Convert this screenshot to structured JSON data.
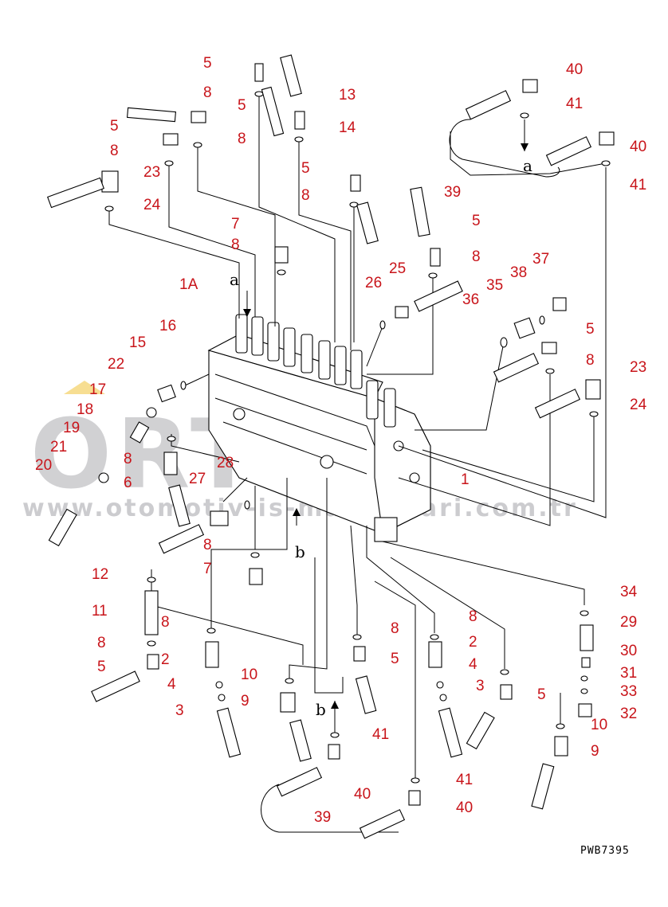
{
  "diagram": {
    "code": "PWB7395",
    "watermark": {
      "brand": "ORTEK",
      "url": "www.otomotiv-is-makinalari.com.tr"
    },
    "view_markers": [
      "a",
      "a",
      "b",
      "b"
    ],
    "callouts": [
      "5",
      "8",
      "5",
      "5",
      "8",
      "13",
      "14",
      "40",
      "41",
      "40",
      "41",
      "39",
      "8",
      "23",
      "24",
      "5",
      "8",
      "7",
      "8",
      "5",
      "8",
      "25",
      "26",
      "1A",
      "37",
      "38",
      "35",
      "36",
      "5",
      "8",
      "23",
      "24",
      "16",
      "15",
      "22",
      "17",
      "18",
      "19",
      "21",
      "8",
      "20",
      "6",
      "28",
      "27",
      "1",
      "8",
      "7",
      "12",
      "11",
      "8",
      "8",
      "5",
      "2",
      "4",
      "3",
      "10",
      "9",
      "8",
      "5",
      "2",
      "4",
      "3",
      "8",
      "5",
      "34",
      "29",
      "30",
      "31",
      "33",
      "32",
      "10",
      "9",
      "41",
      "40",
      "39",
      "41",
      "40"
    ]
  }
}
